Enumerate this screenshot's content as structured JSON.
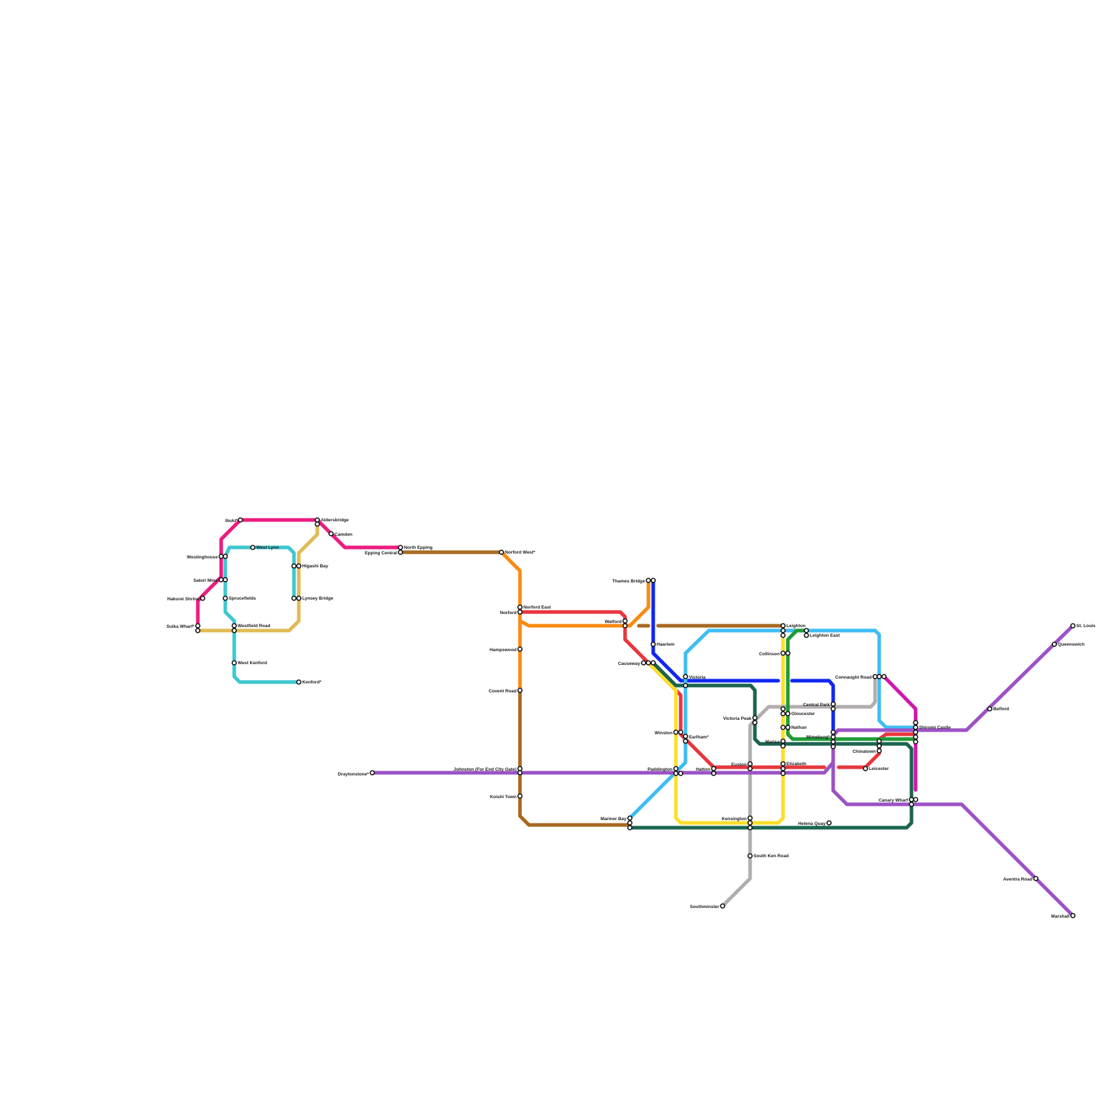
{
  "map": {
    "lines": [
      {
        "name": "pink",
        "color": "#ec1b7f"
      },
      {
        "name": "teal",
        "color": "#3ec7d1"
      },
      {
        "name": "gold",
        "color": "#e0bb55"
      },
      {
        "name": "brown",
        "color": "#a86a22"
      },
      {
        "name": "orange",
        "color": "#fb8a12"
      },
      {
        "name": "red",
        "color": "#e8363c"
      },
      {
        "name": "blue",
        "color": "#1027f2"
      },
      {
        "name": "sky",
        "color": "#3ebdf5"
      },
      {
        "name": "yellow",
        "color": "#fcde2b"
      },
      {
        "name": "dark-green",
        "color": "#1b6550"
      },
      {
        "name": "grey",
        "color": "#b2aeae"
      },
      {
        "name": "green",
        "color": "#1e9b36"
      },
      {
        "name": "purple",
        "color": "#9c52c5"
      },
      {
        "name": "magenta",
        "color": "#d116ac"
      }
    ],
    "stations": [
      {
        "name": "Ibuki*"
      },
      {
        "name": "Aldersbridge"
      },
      {
        "name": "Camden"
      },
      {
        "name": "West Lynn"
      },
      {
        "name": "Westinghouse"
      },
      {
        "name": "Higashi Bay"
      },
      {
        "name": "North Epping"
      },
      {
        "name": "Epping Central"
      },
      {
        "name": "Norford West*"
      },
      {
        "name": "Satori Mine"
      },
      {
        "name": "Hakurei Shrine"
      },
      {
        "name": "Sprucefields"
      },
      {
        "name": "Lynsey Bridge"
      },
      {
        "name": "Suika Wharf*"
      },
      {
        "name": "Westfield Road"
      },
      {
        "name": "West Kenford"
      },
      {
        "name": "Kenford*"
      },
      {
        "name": "Norford East"
      },
      {
        "name": "Norford"
      },
      {
        "name": "Hampswood"
      },
      {
        "name": "Covent Road"
      },
      {
        "name": "Johnston (For End City Gate)"
      },
      {
        "name": "Draytonstone*"
      },
      {
        "name": "Koishi Town"
      },
      {
        "name": "Thames Bridge"
      },
      {
        "name": "Watford"
      },
      {
        "name": "Haarlem"
      },
      {
        "name": "Causeway"
      },
      {
        "name": "Victoria"
      },
      {
        "name": "Winston"
      },
      {
        "name": "Earlham*"
      },
      {
        "name": "Paddington"
      },
      {
        "name": "Mariner Bay"
      },
      {
        "name": "Hatton"
      },
      {
        "name": "Euston"
      },
      {
        "name": "Victoria Peak"
      },
      {
        "name": "Kensington"
      },
      {
        "name": "South Ken Road"
      },
      {
        "name": "Southminster"
      },
      {
        "name": "Leighton"
      },
      {
        "name": "Leighton East"
      },
      {
        "name": "Collinson"
      },
      {
        "name": "Gloucester"
      },
      {
        "name": "Nathan"
      },
      {
        "name": "Marisa"
      },
      {
        "name": "Elizabeth"
      },
      {
        "name": "Central Park"
      },
      {
        "name": "Mimeburg*"
      },
      {
        "name": "Helena Quay"
      },
      {
        "name": "Connaught Road"
      },
      {
        "name": "Chinatown"
      },
      {
        "name": "Leicester"
      },
      {
        "name": "Shiromi Castle"
      },
      {
        "name": "Canary Wharf"
      },
      {
        "name": "Belford"
      },
      {
        "name": "Queenswich"
      },
      {
        "name": "St. Louis"
      },
      {
        "name": "Aventra Road"
      },
      {
        "name": "Marshall"
      }
    ]
  }
}
